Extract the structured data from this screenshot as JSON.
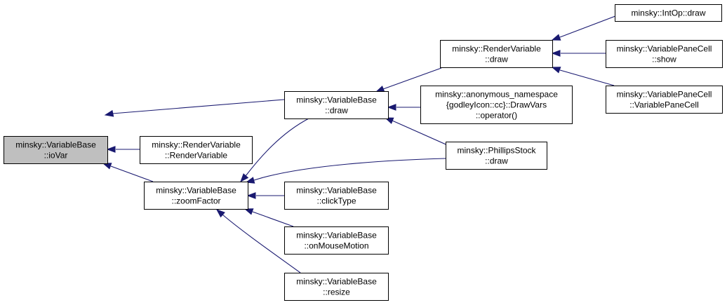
{
  "colors": {
    "edge": "#191970",
    "focus_fill": "#bfbfbf",
    "node_border": "#000000",
    "background": "#ffffff"
  },
  "nodes": [
    {
      "id": "iovar",
      "lines": [
        "minsky::VariableBase",
        "::ioVar"
      ],
      "focus": true
    },
    {
      "id": "rv_ctor",
      "lines": [
        "minsky::RenderVariable",
        "::RenderVariable"
      ]
    },
    {
      "id": "vb_draw",
      "lines": [
        "minsky::VariableBase",
        "::draw"
      ]
    },
    {
      "id": "zoomfactor",
      "lines": [
        "minsky::VariableBase",
        "::zoomFactor"
      ]
    },
    {
      "id": "rv_draw",
      "lines": [
        "minsky::RenderVariable",
        "::draw"
      ]
    },
    {
      "id": "drawvars",
      "lines": [
        "minsky::anonymous_namespace",
        "{godleyIcon::cc}::DrawVars",
        "::operator()"
      ]
    },
    {
      "id": "phillips",
      "lines": [
        "minsky::PhillipsStock",
        "::draw"
      ]
    },
    {
      "id": "clicktype",
      "lines": [
        "minsky::VariableBase",
        "::clickType"
      ]
    },
    {
      "id": "onmouse",
      "lines": [
        "minsky::VariableBase",
        "::onMouseMotion"
      ]
    },
    {
      "id": "resize",
      "lines": [
        "minsky::VariableBase",
        "::resize"
      ]
    },
    {
      "id": "intop",
      "lines": [
        "minsky::IntOp::draw"
      ]
    },
    {
      "id": "vpc_show",
      "lines": [
        "minsky::VariablePaneCell",
        "::show"
      ]
    },
    {
      "id": "vpc_ctor",
      "lines": [
        "minsky::VariablePaneCell",
        "::VariablePaneCell"
      ]
    }
  ],
  "edges": [
    {
      "from": "vb_draw",
      "to": "iovar"
    },
    {
      "from": "rv_ctor",
      "to": "iovar"
    },
    {
      "from": "zoomfactor",
      "to": "iovar"
    },
    {
      "from": "rv_draw",
      "to": "vb_draw"
    },
    {
      "from": "drawvars",
      "to": "vb_draw"
    },
    {
      "from": "phillips",
      "to": "vb_draw"
    },
    {
      "from": "vb_draw",
      "to": "zoomfactor"
    },
    {
      "from": "phillips",
      "to": "zoomfactor"
    },
    {
      "from": "clicktype",
      "to": "zoomfactor"
    },
    {
      "from": "onmouse",
      "to": "zoomfactor"
    },
    {
      "from": "resize",
      "to": "zoomfactor"
    },
    {
      "from": "intop",
      "to": "rv_draw"
    },
    {
      "from": "vpc_show",
      "to": "rv_draw"
    },
    {
      "from": "vpc_ctor",
      "to": "rv_draw"
    }
  ]
}
